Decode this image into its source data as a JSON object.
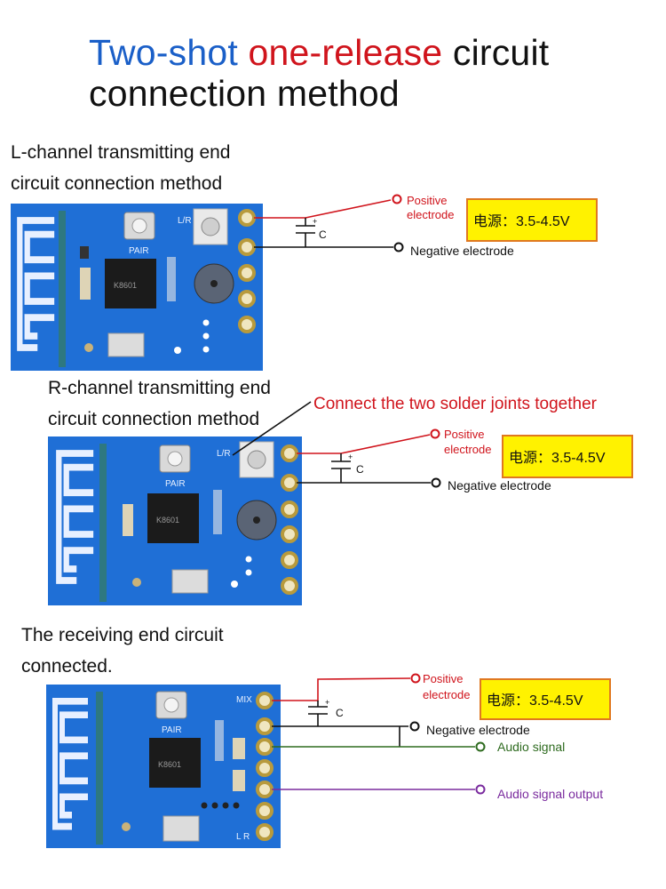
{
  "title": {
    "part1": "Two-shot",
    "part2": "one-release",
    "part3": "circuit",
    "part4": "connection method"
  },
  "colors": {
    "title_blue": "#1a5fc8",
    "title_red": "#d0141c",
    "board_blue": "#1f6fd6",
    "wire_red": "#d0141c",
    "wire_black": "#111111",
    "wire_green": "#2e6b1f",
    "wire_purple": "#7a2b9e",
    "power_box_fill": "#fff200",
    "power_box_border": "#e07820"
  },
  "sections": [
    {
      "label_line1": "L-channel transmitting end",
      "label_line2": "circuit connection method",
      "board_text_top": "L/R",
      "board_text_button": "PAIR",
      "chip_text": "K8601",
      "capacitor_label": "C",
      "positive_line1": "Positive",
      "positive_line2": "electrode",
      "negative": "Negative electrode",
      "power": "电源：3.5-4.5V"
    },
    {
      "label_line1": "R-channel transmitting end",
      "label_line2": "circuit connection method",
      "annotation": "Connect the two solder joints together",
      "board_text_top": "L/R",
      "board_text_button": "PAIR",
      "chip_text": "K8601",
      "capacitor_label": "C",
      "positive_line1": "Positive",
      "positive_line2": "electrode",
      "negative": "Negative electrode",
      "power": "电源：3.5-4.5V"
    },
    {
      "label_line1": "The receiving end circuit",
      "label_line2": "connected.",
      "board_text_top": "MIX",
      "board_text_button": "PAIR",
      "board_text_side": "L R",
      "chip_text": "K8601",
      "capacitor_label": "C",
      "positive_line1": "Positive",
      "positive_line2": "electrode",
      "negative": "Negative electrode",
      "power": "电源：3.5-4.5V",
      "audio_signal": "Audio signal",
      "audio_output": "Audio signal output"
    }
  ]
}
